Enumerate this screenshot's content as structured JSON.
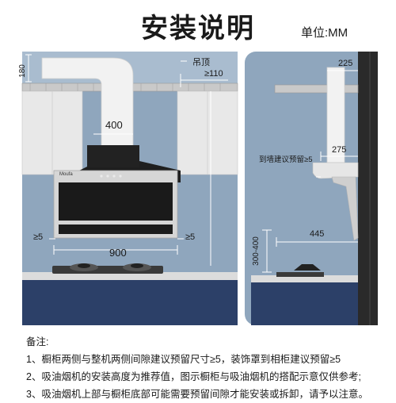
{
  "header": {
    "title": "安装说明",
    "unit": "单位:MM"
  },
  "left_diagram": {
    "ceiling_label": "吊顶",
    "dim_180": "180",
    "dim_110": "≥110",
    "dim_400": "400",
    "dim_gap_left": "≥5",
    "dim_gap_right": "≥5",
    "dim_900": "900",
    "brand": "Moufa"
  },
  "right_diagram": {
    "dim_225": "225",
    "wall_label": "到墙建议预留≥5",
    "dim_275": "275",
    "dim_445": "445",
    "dim_height": "300-400"
  },
  "notes": {
    "title": "备注:",
    "lines": [
      "1、橱柜两侧与整机两侧间隙建议预留尺寸≥5，装饰罩到相柜建议预留≥5",
      "2、吸油烟机的安装高度为推荐值，图示橱柜与吸油烟机的搭配示意仅供参考;",
      "3、吸油烟机上部与橱柜底部可能需要预留间隙才能安装或拆卸，请予以注意。"
    ]
  },
  "colors": {
    "panel": "#8fa6bd",
    "counter": "#2c4068",
    "cabinet": "#e8e8e8"
  }
}
